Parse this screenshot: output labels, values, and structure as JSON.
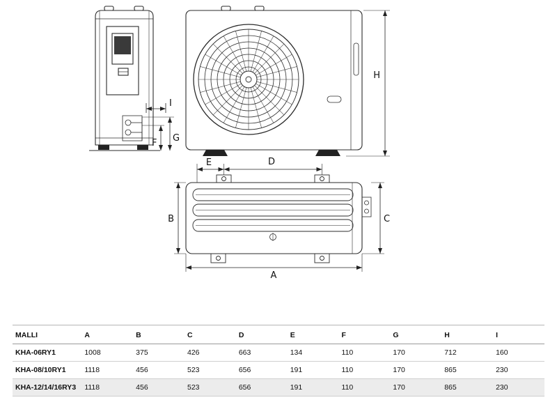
{
  "diagram": {
    "labels": {
      "A": "A",
      "B": "B",
      "C": "C",
      "D": "D",
      "E": "E",
      "F": "F",
      "G": "G",
      "H": "H",
      "I": "I"
    },
    "stroke_color": "#2b2b2b"
  },
  "table": {
    "headers": [
      "MALLI",
      "A",
      "B",
      "C",
      "D",
      "E",
      "F",
      "G",
      "H",
      "I"
    ],
    "rows": [
      {
        "model": "KHA-06RY1",
        "values": [
          "1008",
          "375",
          "426",
          "663",
          "134",
          "110",
          "170",
          "712",
          "160"
        ]
      },
      {
        "model": "KHA-08/10RY1",
        "values": [
          "1118",
          "456",
          "523",
          "656",
          "191",
          "110",
          "170",
          "865",
          "230"
        ]
      },
      {
        "model": "KHA-12/14/16RY3",
        "values": [
          "1118",
          "456",
          "523",
          "656",
          "191",
          "110",
          "170",
          "865",
          "230"
        ]
      }
    ]
  }
}
